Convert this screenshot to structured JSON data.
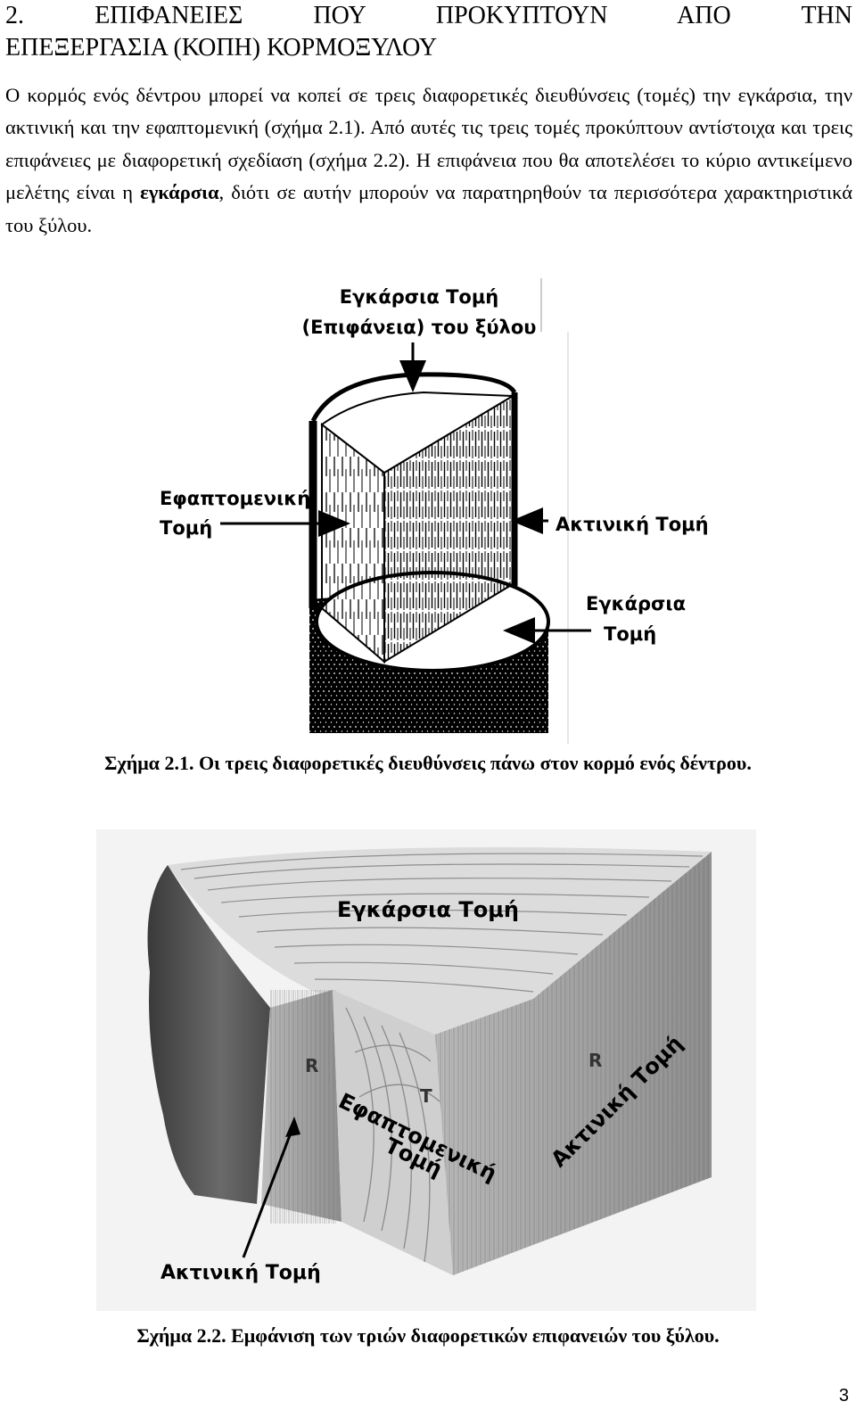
{
  "heading": {
    "line1": "2. ΕΠΙΦΑΝΕΙΕΣ ΠΟΥ ΠΡΟΚΥΠΤΟΥΝ ΑΠΟ ΤΗΝ",
    "line2": "ΕΠΕΞΕΡΓΑΣΙΑ (ΚΟΠΗ) ΚΟΡΜΟΞΥΛΟΥ"
  },
  "paragraph": {
    "text_before_bold": "Ο κορμός ενός δέντρου μπορεί να κοπεί σε τρεις διαφορετικές διευθύνσεις (τομές) την εγκάρσια, την ακτινική και την εφαπτομενική (σχήμα 2.1). Από αυτές τις τρεις τομές προκύπτουν αντίστοιχα και τρεις επιφάνειες με διαφορετική σχεδίαση (σχήμα 2.2). Η επιφάνεια που θα αποτελέσει το κύριο αντικείμενο μελέτης είναι η ",
    "bold": "εγκάρσια",
    "text_after_bold": ", διότι σε αυτήν μπορούν να παρατηρηθούν τα περισσότερα χαρακτηριστικά του ξύλου."
  },
  "figure1": {
    "label_top_line1": "Εγκάρσια Τομή",
    "label_top_line2": "(Επιφάνεια) του ξύλου",
    "label_tangential_line1": "Εφαπτομενική",
    "label_tangential_line2": "Τομή",
    "label_radial": "Ακτινική Τομή",
    "label_cross_line1": "Εγκάρσια",
    "label_cross_line2": "Τομή",
    "caption": "Σχήμα 2.1. Οι τρεις διαφορετικές διευθύνσεις πάνω στον κορμό ενός δέντρου."
  },
  "figure2": {
    "label_cross": "Εγκάρσια Τομή",
    "label_tangential_line1": "Εφαπτομενική",
    "label_tangential_line2": "Τομή",
    "label_radial_diag": "Ακτινική Τομή",
    "label_radial_bottom": "Ακτινική Τομή",
    "letter_r1": "R",
    "letter_t": "T",
    "letter_r2": "R",
    "caption": "Σχήμα 2.2. Εμφάνιση των τριών διαφορετικών επιφανειών του ξύλου."
  },
  "page_number": "3"
}
